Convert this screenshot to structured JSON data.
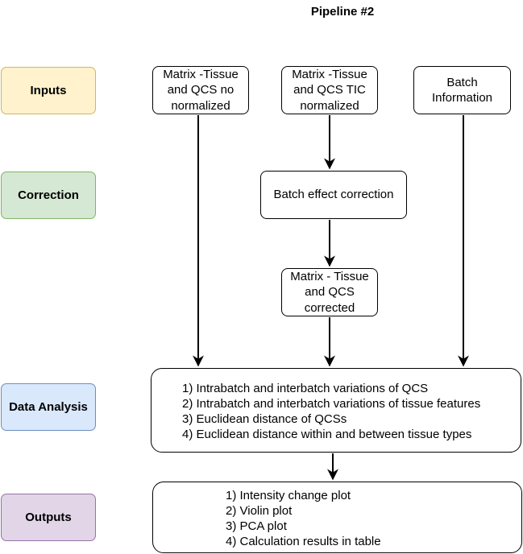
{
  "title": "Pipeline #2",
  "stages": {
    "inputs": "Inputs",
    "correction": "Correction",
    "data_analysis": "Data Analysis",
    "outputs": "Outputs"
  },
  "nodes": {
    "matrix_no_norm": [
      "Matrix -Tissue",
      "and QCS no",
      "normalized"
    ],
    "matrix_tic": [
      "Matrix -Tissue",
      "and QCS TIC",
      "normalized"
    ],
    "batch_info": [
      "Batch",
      "Information"
    ],
    "batch_correction": [
      "Batch effect correction"
    ],
    "matrix_corrected": [
      "Matrix - Tissue",
      "and QCS",
      "corrected"
    ]
  },
  "analysis_items": [
    "1) Intrabatch and interbatch variations of QCS",
    "2) Intrabatch and interbatch variations of tissue features",
    "3) Euclidean distance of QCSs",
    "4) Euclidean distance within and between tissue types"
  ],
  "output_items": [
    "1) Intensity change plot",
    "2) Violin plot",
    "3) PCA plot",
    "4) Calculation results in table"
  ]
}
